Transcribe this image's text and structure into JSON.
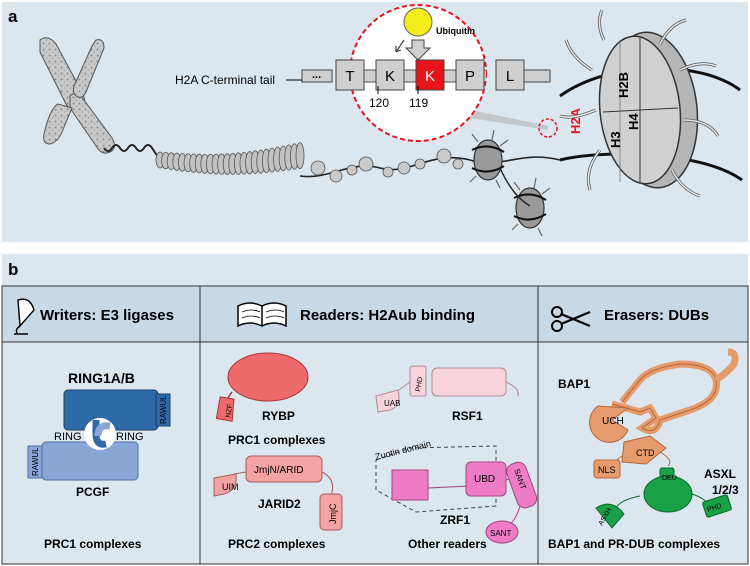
{
  "panel_a": {
    "label": "a",
    "ubiquitin": "Ubiquitin",
    "tail_label": "H2A C-terminal tail",
    "residues": [
      "T",
      "K",
      "K",
      "P",
      "L"
    ],
    "dots_left": "...",
    "dots_right": "...",
    "position_120": "120",
    "position_119": "119",
    "histones": {
      "h2a": "H2A",
      "h2b": "H2B",
      "h3": "H3",
      "h4": "H4"
    }
  },
  "panel_b": {
    "label": "b",
    "writers": {
      "title": "Writers: E3 ligases",
      "ring1": "RING1A/B",
      "rawul_top": "RAWUL",
      "rawul_bottom": "RAWUL",
      "ring_left": "RING",
      "ring_right": "RING",
      "pcgf": "PCGF",
      "caption": "PRC1 complexes"
    },
    "readers": {
      "title": "Readers: H2Aub binding",
      "nzf": "NZF",
      "rybp": "RYBP",
      "prc1": "PRC1 complexes",
      "jmjn_arid": "JmjN/ARID",
      "uim": "UIM",
      "jarid2": "JARID2",
      "jmjc": "JmjC",
      "prc2": "PRC2 complexes",
      "uab": "UAB",
      "phd": "PHD",
      "rsf1": "RSF1",
      "zuotin": "Zuotin domain",
      "ubd": "UBD",
      "sant1": "SANT",
      "sant2": "SANT",
      "zrf1": "ZRF1",
      "other": "Other readers"
    },
    "erasers": {
      "title": "Erasers: DUBs",
      "bap1": "BAP1",
      "uch": "UCH",
      "ctd": "CTD",
      "nls": "NLS",
      "deu": "DEU",
      "asxh": "ASXH",
      "phd": "PHD",
      "asxl": "ASXL",
      "asxl_num": "1/2/3",
      "caption": "BAP1 and PR-DUB complexes"
    }
  },
  "colors": {
    "panel_bg": "#dbe6ee",
    "header_bg": "#c7d9e7",
    "ring_dark": "#2f6aa8",
    "ring_light": "#8aa6d6",
    "rybp_red": "#ef6b6b",
    "salmon": "#f4a2a2",
    "pink": "#ee7cc4",
    "light_pink": "#f9d3dc",
    "orange": "#e59b6b",
    "green": "#1aa046",
    "lysine_red": "#e8141b",
    "ubiquitin_yellow": "#f4ec1b"
  }
}
